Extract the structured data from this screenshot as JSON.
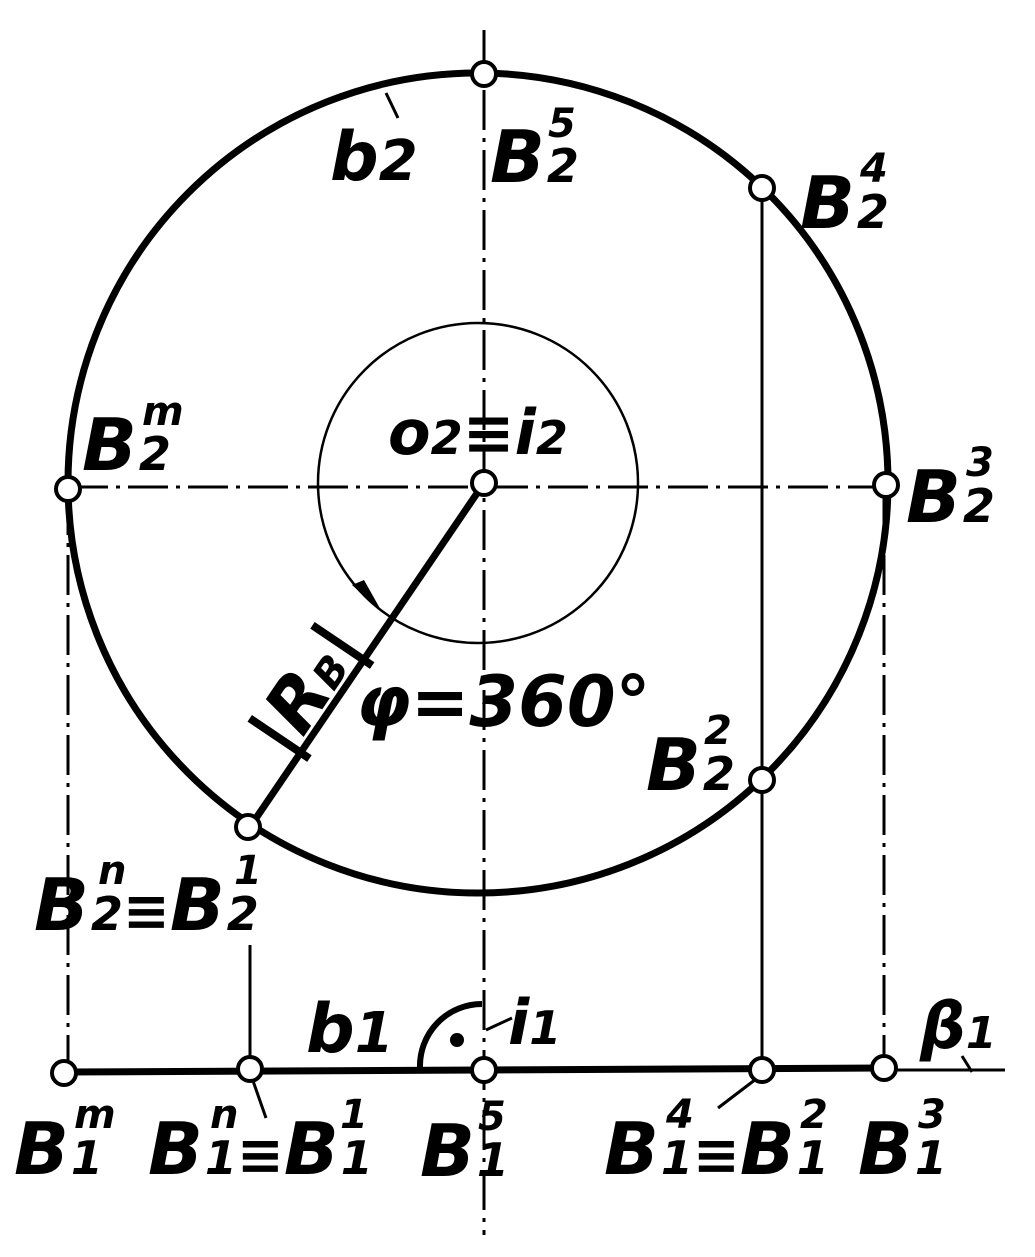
{
  "labels": {
    "b2": "b",
    "b2_sub": "2",
    "b1": "b",
    "b1_sub": "1",
    "o2": "o",
    "o2_sub": "2",
    "equiv": "≡",
    "i2": "i",
    "i2_sub": "2",
    "i1": "i",
    "i1_sub": "1",
    "beta1": "β",
    "beta1_sub": "1",
    "radius_bar_left": "|",
    "radius_R": "R",
    "radius_sub": "B",
    "radius_bar_right": "|",
    "phi": "φ=360°",
    "B": "B",
    "sub1": "1",
    "sub2": "2",
    "sup1": "1",
    "sup2": "2",
    "sup3": "3",
    "sup4": "4",
    "sup5": "5",
    "supm": "m",
    "supn": "n"
  },
  "icons": {
    "rotation_arrow": "arrow-icon",
    "right_angle_dot": "dot-icon"
  }
}
